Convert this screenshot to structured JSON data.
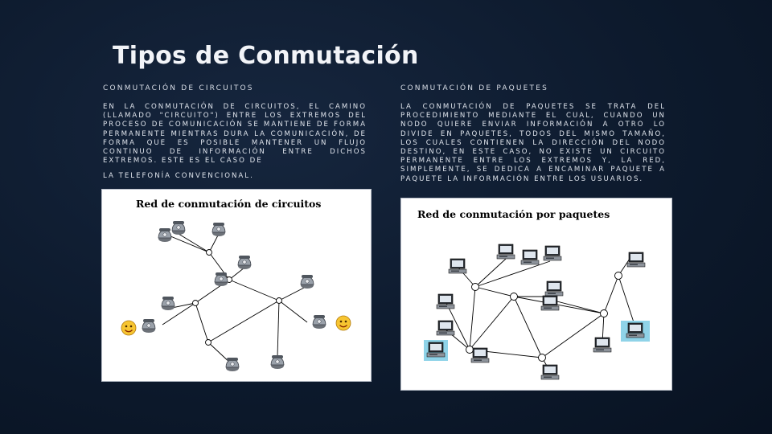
{
  "slide": {
    "title": "Tipos de Conmutación"
  },
  "left": {
    "heading": "CONMUTACIÓN DE CIRCUITOS",
    "body": "EN LA CONMUTACIÓN DE CIRCUITOS, EL CAMINO (LLAMADO \"CIRCUITO\") ENTRE LOS EXTREMOS DEL PROCESO DE COMUNICACIÓN SE MANTIENE DE FORMA PERMANENTE MIENTRAS DURA LA COMUNICACIÓN, DE FORMA QUE ES POSIBLE MANTENER UN FLUJO CONTINUO DE INFORMACIÓN ENTRE DICHOS EXTREMOS. ESTE ES EL CASO DE",
    "body_end": "LA TELEFONÍA CONVENCIONAL.",
    "figure_title": "Red de conmutación de circuitos"
  },
  "right": {
    "heading": "CONMUTACIÓN DE PAQUETES",
    "body": "LA CONMUTACIÓN DE PAQUETES SE TRATA DEL PROCEDIMIENTO MEDIANTE EL CUAL, CUANDO UN NODO QUIERE ENVIAR INFORMACIÓN A OTRO LO DIVIDE EN PAQUETES, TODOS DEL MISMO TAMAÑO, LOS CUALES CONTIENEN LA DIRECCIÓN DEL NODO DESTINO, EN ESTE CASO, NO EXISTE UN CIRCUITO PERMANENTE ENTRE LOS EXTREMOS Y, LA RED, SIMPLEMENTE, SE DEDICA A ENCAMINAR PAQUETE A PAQUETE LA INFORMACIÓN ENTRE LOS USUARIOS.",
    "figure_title": "Red de conmutación por  paquetes"
  },
  "icons": {
    "phone": "telephone-icon",
    "computer": "computer-icon",
    "face": "smiley-face-icon",
    "node": "network-node-icon"
  },
  "colors": {
    "background": "#0d1a2d",
    "text": "#dfe4ec",
    "highlight_terminal": "#8fd3e8"
  }
}
